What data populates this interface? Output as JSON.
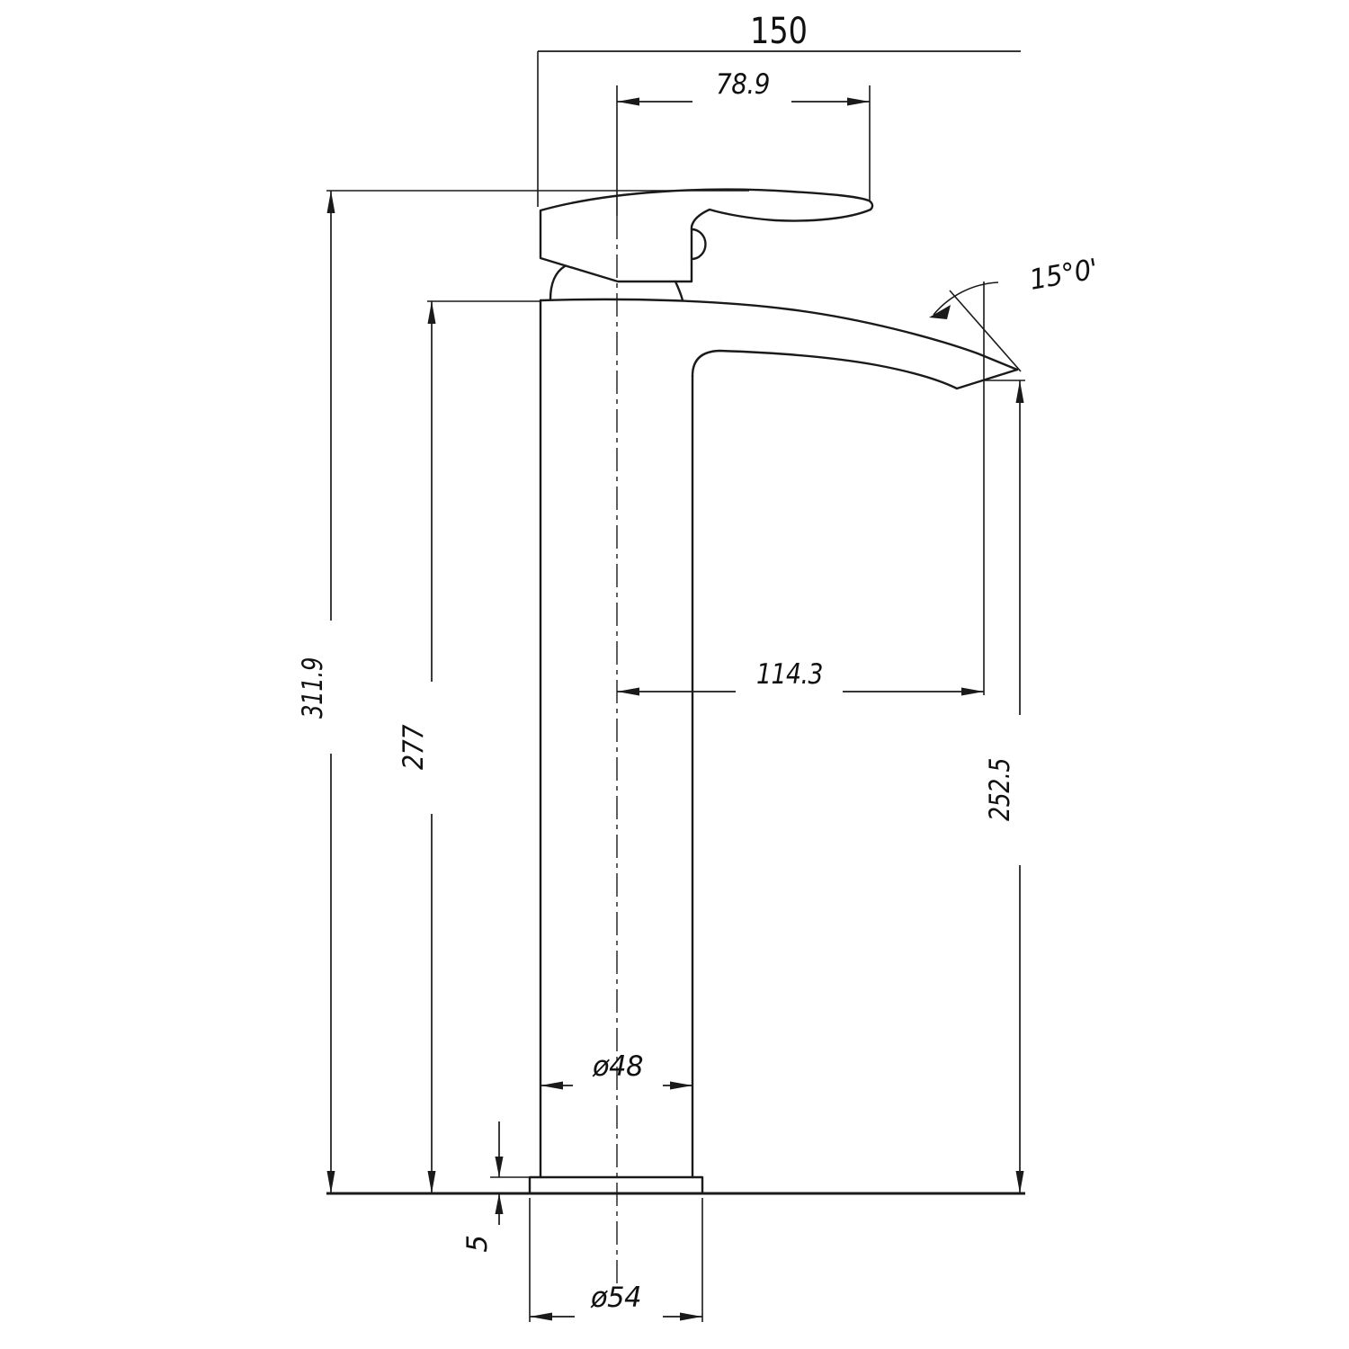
{
  "diagram": {
    "kind": "technical-dimension-drawing",
    "subject": "single-lever tall basin mixer tap, side elevation",
    "labels": {
      "overall_width": "150",
      "handle_reach": "78.9",
      "spout_angle": "15°0'",
      "overall_height": "311.9",
      "body_height": "277",
      "spout_reach": "114.3",
      "spout_outlet_height": "252.5",
      "body_diameter": "ø48",
      "base_thickness": "5",
      "base_diameter": "ø54"
    },
    "colors": {
      "line": "#1a1a1a",
      "background": "#ffffff"
    }
  }
}
